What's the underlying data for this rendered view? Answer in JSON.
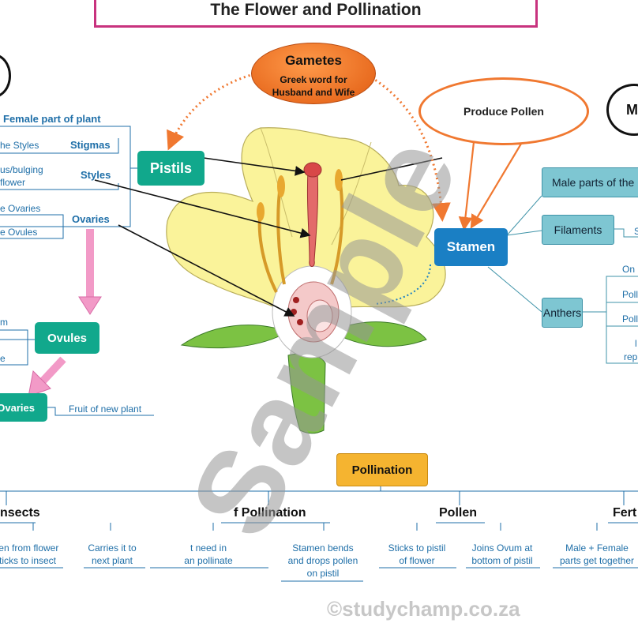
{
  "title": "The Flower and Pollination",
  "gametes": {
    "title": "Gametes",
    "sub1": "Greek word for",
    "sub2": "Husband and Wife"
  },
  "produce_pollen": "Produce Pollen",
  "right_circle_letter": "M",
  "female": {
    "header": "Female part of plant",
    "pistils": "Pistils",
    "stigmas": "Stigmas",
    "stigmas_desc": "he Styles",
    "styles": "Styles",
    "styles_desc1": "us/bulging",
    "styles_desc2": "flower",
    "ovaries": "Ovaries",
    "ovaries_desc1": "e Ovaries",
    "ovaries_desc2": "e Ovules",
    "ovules": "Ovules",
    "ovules_desc1": "m",
    "ovules_desc2": "e",
    "ovaries_bottom": "Ovaries",
    "fruit": "Fruit of new plant"
  },
  "male": {
    "header": "Male parts of the",
    "stamen": "Stamen",
    "filaments": "Filaments",
    "filaments_desc": "S",
    "anthers": "Anthers",
    "anthers_desc1": "On",
    "anthers_desc2": "Poll",
    "anthers_desc3": "Poll",
    "anthers_desc4a": "l",
    "anthers_desc4b": "rep"
  },
  "pollination": {
    "title": "Pollination",
    "branches": [
      {
        "name": "nsects",
        "items": [
          "len from flower\nticks to insect",
          "Carries it to\nnext plant"
        ]
      },
      {
        "name": "f Pollination",
        "items": [
          "t need in\nan pollinate",
          "Stamen bends\nand drops pollen\non pistil"
        ]
      },
      {
        "name": "Pollen",
        "items": [
          "Sticks to pistil\nof flower",
          "Joins Ovum at\nbottom of pistil"
        ]
      },
      {
        "name": "Fert",
        "items": [
          "Male + Female\nparts get together"
        ]
      }
    ]
  },
  "watermark": "Sample",
  "copyright": "©studychamp.co.za",
  "colors": {
    "title_border": "#c8327e",
    "teal": "#11a88c",
    "blue": "#1a7fc4",
    "light_teal": "#7ec6d2",
    "orange": "#f07830",
    "pink_arrow": "#f29ac7",
    "pollination_box": "#f5b430"
  }
}
